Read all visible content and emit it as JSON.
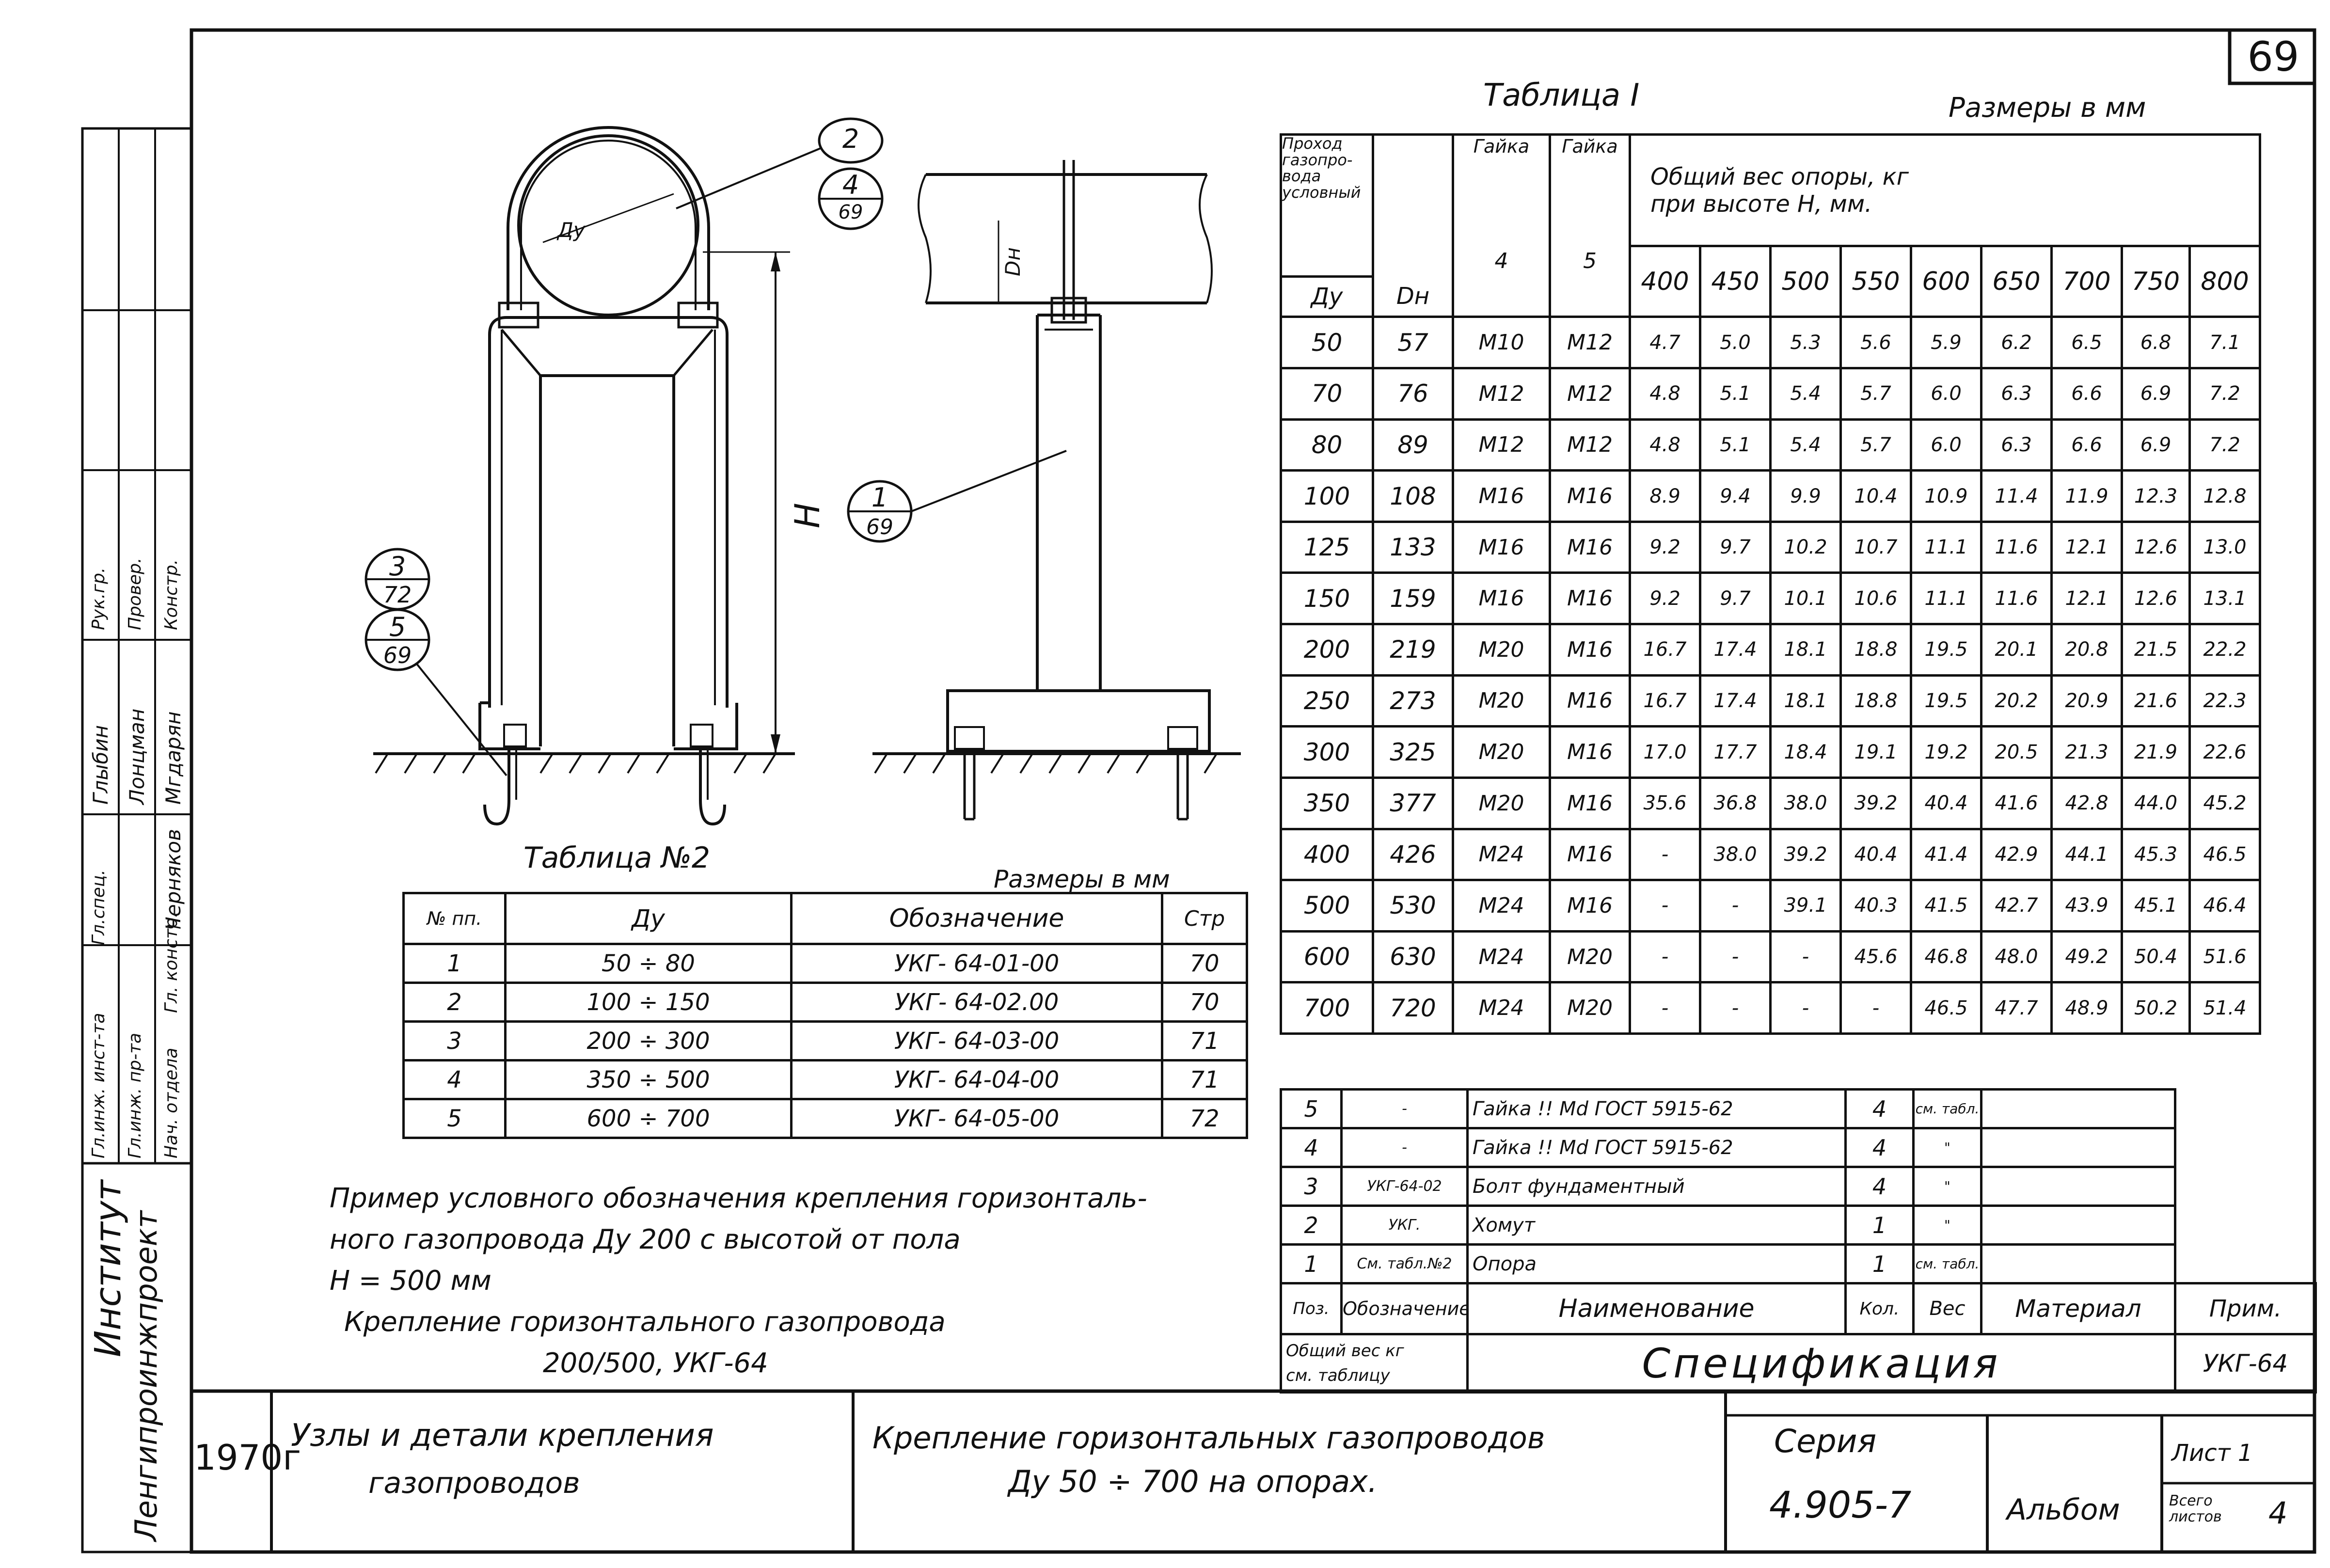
{
  "sheet_number": "69",
  "table1": {
    "title": "Таблица I",
    "units": "Размеры в мм",
    "headers": {
      "passage": "Проход газопро-вода условный",
      "nut4": "Гайка",
      "nut5": "Гайка",
      "nut4_num": "4",
      "nut5_num": "5",
      "total_weight_line1": "Общий вес опоры, кг",
      "total_weight_line2": "при высоте Н, мм.",
      "dy": "Ду",
      "dn": "Dн",
      "heights": [
        "400",
        "450",
        "500",
        "550",
        "600",
        "650",
        "700",
        "750",
        "800"
      ]
    },
    "rows": [
      [
        "50",
        "57",
        "М10",
        "М12",
        "4.7",
        "5.0",
        "5.3",
        "5.6",
        "5.9",
        "6.2",
        "6.5",
        "6.8",
        "7.1"
      ],
      [
        "70",
        "76",
        "М12",
        "М12",
        "4.8",
        "5.1",
        "5.4",
        "5.7",
        "6.0",
        "6.3",
        "6.6",
        "6.9",
        "7.2"
      ],
      [
        "80",
        "89",
        "М12",
        "М12",
        "4.8",
        "5.1",
        "5.4",
        "5.7",
        "6.0",
        "6.3",
        "6.6",
        "6.9",
        "7.2"
      ],
      [
        "100",
        "108",
        "М16",
        "М16",
        "8.9",
        "9.4",
        "9.9",
        "10.4",
        "10.9",
        "11.4",
        "11.9",
        "12.3",
        "12.8"
      ],
      [
        "125",
        "133",
        "М16",
        "М16",
        "9.2",
        "9.7",
        "10.2",
        "10.7",
        "11.1",
        "11.6",
        "12.1",
        "12.6",
        "13.0"
      ],
      [
        "150",
        "159",
        "М16",
        "М16",
        "9.2",
        "9.7",
        "10.1",
        "10.6",
        "11.1",
        "11.6",
        "12.1",
        "12.6",
        "13.1"
      ],
      [
        "200",
        "219",
        "М20",
        "М16",
        "16.7",
        "17.4",
        "18.1",
        "18.8",
        "19.5",
        "20.1",
        "20.8",
        "21.5",
        "22.2"
      ],
      [
        "250",
        "273",
        "М20",
        "М16",
        "16.7",
        "17.4",
        "18.1",
        "18.8",
        "19.5",
        "20.2",
        "20.9",
        "21.6",
        "22.3"
      ],
      [
        "300",
        "325",
        "М20",
        "М16",
        "17.0",
        "17.7",
        "18.4",
        "19.1",
        "19.2",
        "20.5",
        "21.3",
        "21.9",
        "22.6"
      ],
      [
        "350",
        "377",
        "М20",
        "М16",
        "35.6",
        "36.8",
        "38.0",
        "39.2",
        "40.4",
        "41.6",
        "42.8",
        "44.0",
        "45.2"
      ],
      [
        "400",
        "426",
        "М24",
        "М16",
        "-",
        "38.0",
        "39.2",
        "40.4",
        "41.4",
        "42.9",
        "44.1",
        "45.3",
        "46.5"
      ],
      [
        "500",
        "530",
        "М24",
        "М16",
        "-",
        "-",
        "39.1",
        "40.3",
        "41.5",
        "42.7",
        "43.9",
        "45.1",
        "46.4"
      ],
      [
        "600",
        "630",
        "М24",
        "М20",
        "-",
        "-",
        "-",
        "45.6",
        "46.8",
        "48.0",
        "49.2",
        "50.4",
        "51.6"
      ],
      [
        "700",
        "720",
        "М24",
        "М20",
        "-",
        "-",
        "-",
        "-",
        "46.5",
        "47.7",
        "48.9",
        "50.2",
        "51.4"
      ]
    ]
  },
  "table2": {
    "title": "Таблица №2",
    "units": "Размеры в мм",
    "headers": [
      "№ пп.",
      "Ду",
      "Обозначение",
      "Стр"
    ],
    "rows": [
      [
        "1",
        "50 ÷ 80",
        "УКГ- 64-01-00",
        "70"
      ],
      [
        "2",
        "100 ÷ 150",
        "УКГ- 64-02.00",
        "70"
      ],
      [
        "3",
        "200 ÷ 300",
        "УКГ- 64-03-00",
        "71"
      ],
      [
        "4",
        "350 ÷ 500",
        "УКГ- 64-04-00",
        "71"
      ],
      [
        "5",
        "600 ÷ 700",
        "УКГ- 64-05-00",
        "72"
      ]
    ]
  },
  "spec": {
    "rows": [
      [
        "5",
        "-",
        "Гайка !! Мd ГОСТ 5915-62",
        "4",
        "см. табл.",
        ""
      ],
      [
        "4",
        "-",
        "Гайка !! Мd ГОСТ 5915-62",
        "4",
        "\"",
        ""
      ],
      [
        "3",
        "УКГ-64-02",
        "Болт фундаментный",
        "4",
        "\"",
        ""
      ],
      [
        "2",
        "УКГ.",
        "Хомут",
        "1",
        "\"",
        ""
      ],
      [
        "1",
        "См. табл.№2",
        "Опора",
        "1",
        "см. табл.",
        ""
      ]
    ],
    "header": [
      "Поз.",
      "Обозначение",
      "Наименование",
      "Кол.",
      "Вес",
      "Материал",
      "Прим."
    ],
    "footer_note_1": "Общий вес кг",
    "footer_note_2": "см. таблицу",
    "title": "Спецификация",
    "code": "УКГ-64"
  },
  "example": {
    "line1": "Пример условного обозначения крепления горизонталь-",
    "line2": "ного газопровода Ду 200 с высотой от пола",
    "line3": "Н = 500 мм",
    "line4": "Крепление горизонтального газопровода",
    "line5": "200/500, УКГ-64"
  },
  "title_block": {
    "year": "1970г",
    "album_title_1": "Узлы и детали крепления",
    "album_title_2": "газопроводов",
    "sheet_title_1": "Крепление горизонтальных газопроводов",
    "sheet_title_2": "Ду 50 ÷ 700 на опорах.",
    "series_label": "Серия",
    "series_value": "4.905-7",
    "album": "Альбом",
    "sheet_label": "Лист 1",
    "total_sheets_label": "Всего листов",
    "total_sheets": "4"
  },
  "side_stamp": {
    "institute_1": "Институт",
    "institute_2": "Ленгипроинжпроект",
    "roles": [
      "Гл.инж. инст-та",
      "Гл.инж. пр-та",
      "Нач. отдела",
      "Гл. констр.",
      "Гл.спец.",
      "Рук.гр.",
      "Провер.",
      "Констр."
    ],
    "names": [
      "Глыбин",
      "Лонцман",
      "Мгдарян",
      "Черняков"
    ]
  },
  "callouts": {
    "c1_top": "2",
    "c1_bot": "4",
    "c1_sheet": "69",
    "c2_top": "1",
    "c2_bot": "69",
    "c3_top": "3",
    "c3_bot": "72",
    "c4_top": "5",
    "c4_bot": "69",
    "dim_h": "Н",
    "dim_dy": "Ду",
    "dim_dn": "Dн"
  }
}
